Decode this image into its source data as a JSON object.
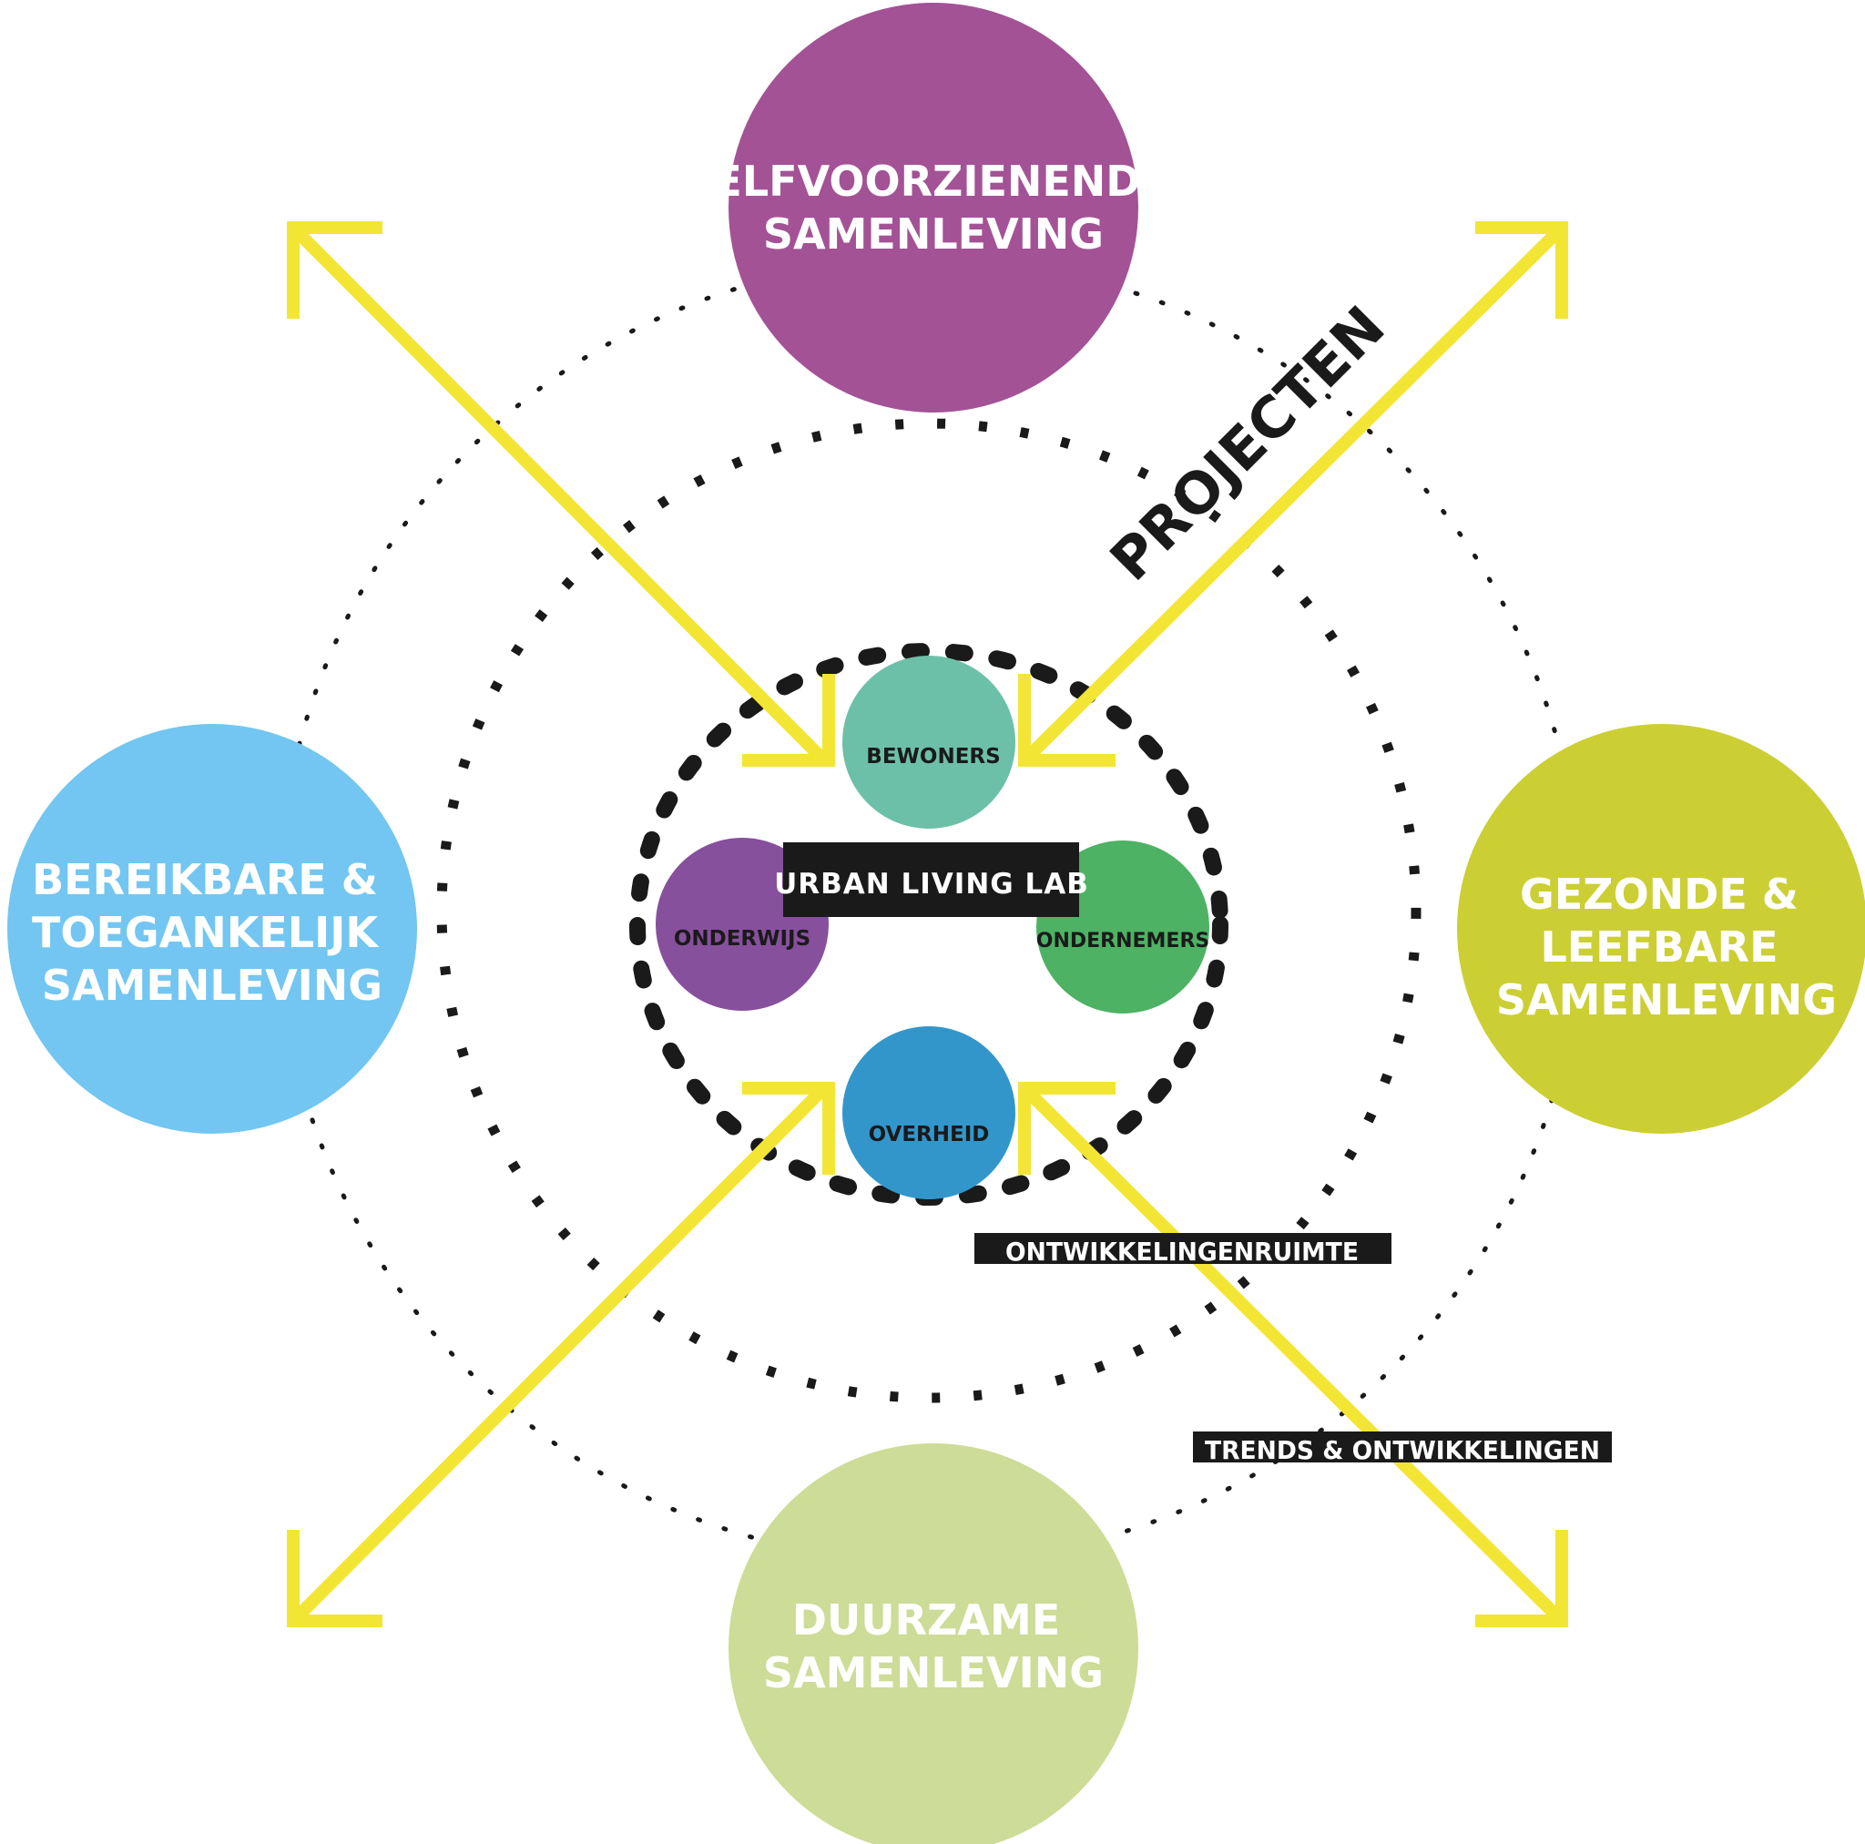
{
  "outer_circles": [
    {
      "id": "top",
      "lines": [
        "ZELFVOORZIENENDE",
        "SAMENLEVING"
      ],
      "color": "#a35296",
      "text_color": "#ffffff"
    },
    {
      "id": "left",
      "lines": [
        "BEREIKBARE &",
        "TOEGANKELIJK",
        "SAMENLEVING"
      ],
      "color": "#72c6f1",
      "text_color": "#ffffff"
    },
    {
      "id": "right",
      "lines": [
        "GEZONDE &",
        "LEEFBARE",
        "SAMENLEVING"
      ],
      "color": "#cbcf33",
      "text_color": "#ffffff"
    },
    {
      "id": "bottom",
      "lines": [
        "DUURZAME",
        "SAMENLEVING"
      ],
      "color": "#cddc96",
      "text_color": "#ffffff"
    }
  ],
  "stakeholders": [
    {
      "id": "bewoners",
      "label": "BEWONERS",
      "color": "#6dc0a8"
    },
    {
      "id": "onderwijs",
      "label": "ONDERWIJS",
      "color": "#87509c"
    },
    {
      "id": "ondernemers",
      "label": "ONDERNEMERS",
      "color": "#4db263"
    },
    {
      "id": "overheid",
      "label": "OVERHEID",
      "color": "#3296cb"
    }
  ],
  "center_label": "URBAN LIVING LAB",
  "labels": {
    "projecten": "PROJECTEN",
    "ontwikkelingenruimte": "ONTWIKKELINGENRUIMTE",
    "trends": "TRENDS & ONTWIKKELINGEN"
  },
  "colors": {
    "arrow": "#f3e534",
    "dots": "#1a1a1a",
    "label_bg": "#1a1a1a",
    "label_text": "#ffffff",
    "stakeholder_text": "#1a1a1a"
  }
}
